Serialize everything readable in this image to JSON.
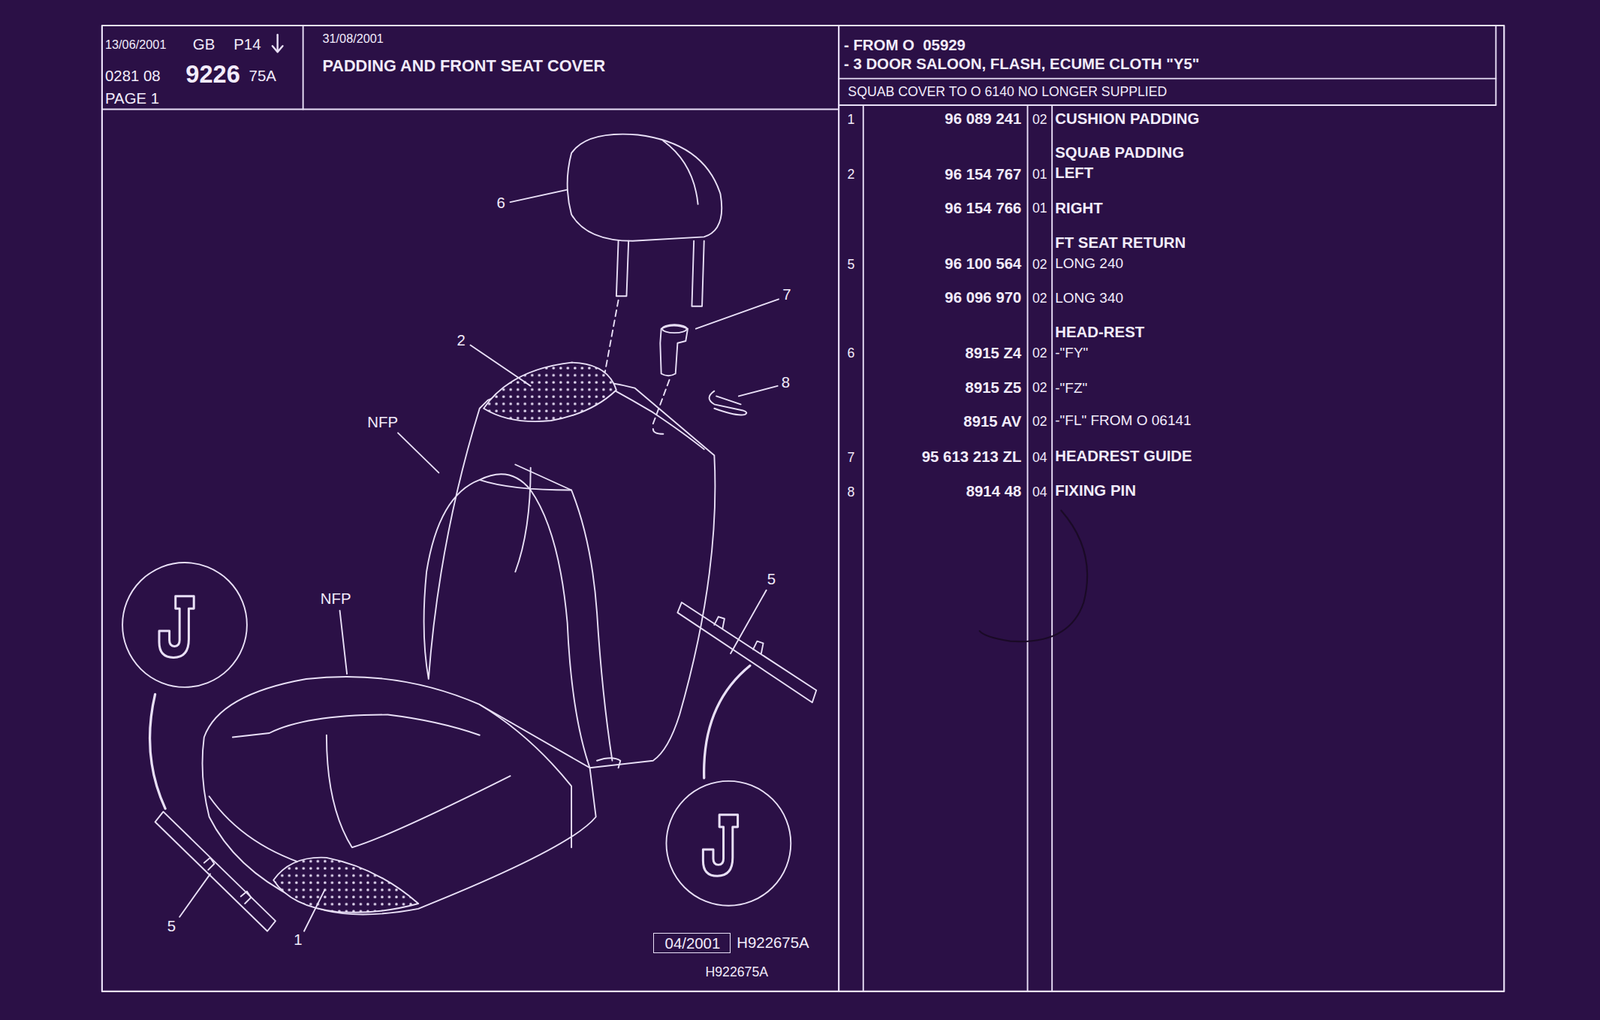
{
  "diagram": {
    "title": "PADDING AND FRONT SEAT COVER",
    "nodes": [
      {
        "text": [
          "13/06/2001",
          "GB",
          "P14",
          "0281 08",
          "9226",
          "75A",
          "PAGE 1"
        ]
      },
      {
        "text": [
          "31/08/2001"
        ]
      },
      {
        "text": [
          "- FROM O  05929",
          "- 3 DOOR SALOON, FLASH, ECUME CLOTH \"Y5\""
        ]
      },
      {
        "text": [
          "SQUAB COVER TO O 6140 NO LONGER SUPPLIED"
        ]
      },
      {
        "text": [
          "04/2001"
        ]
      }
    ],
    "labels": [
      "1",
      "96 089 241",
      "02",
      "CUSHION PADDING",
      "SQUAB PADDING",
      "2",
      "96 154 767",
      "01",
      "LEFT",
      "96 154 766",
      "01",
      "RIGHT",
      "FT SEAT RETURN",
      "5",
      "96 100 564",
      "02",
      "LONG 240",
      "96 096 970",
      "02",
      "LONG 340",
      "HEAD-REST",
      "6",
      "8915 Z4",
      "02",
      "-\"FY\"",
      "8915 Z5",
      "02",
      "-\"FZ\"",
      "8915 AV",
      "02",
      "-\"FL\" FROM O 06141",
      "7",
      "95 613 213 ZL",
      "04",
      "HEADREST GUIDE",
      "8",
      "8914 48",
      "04",
      "FIXING PIN",
      "6",
      "2",
      "NFP",
      "7",
      "8",
      "NFP",
      "5",
      "5",
      "1",
      "H922675A",
      "H922675A"
    ]
  }
}
